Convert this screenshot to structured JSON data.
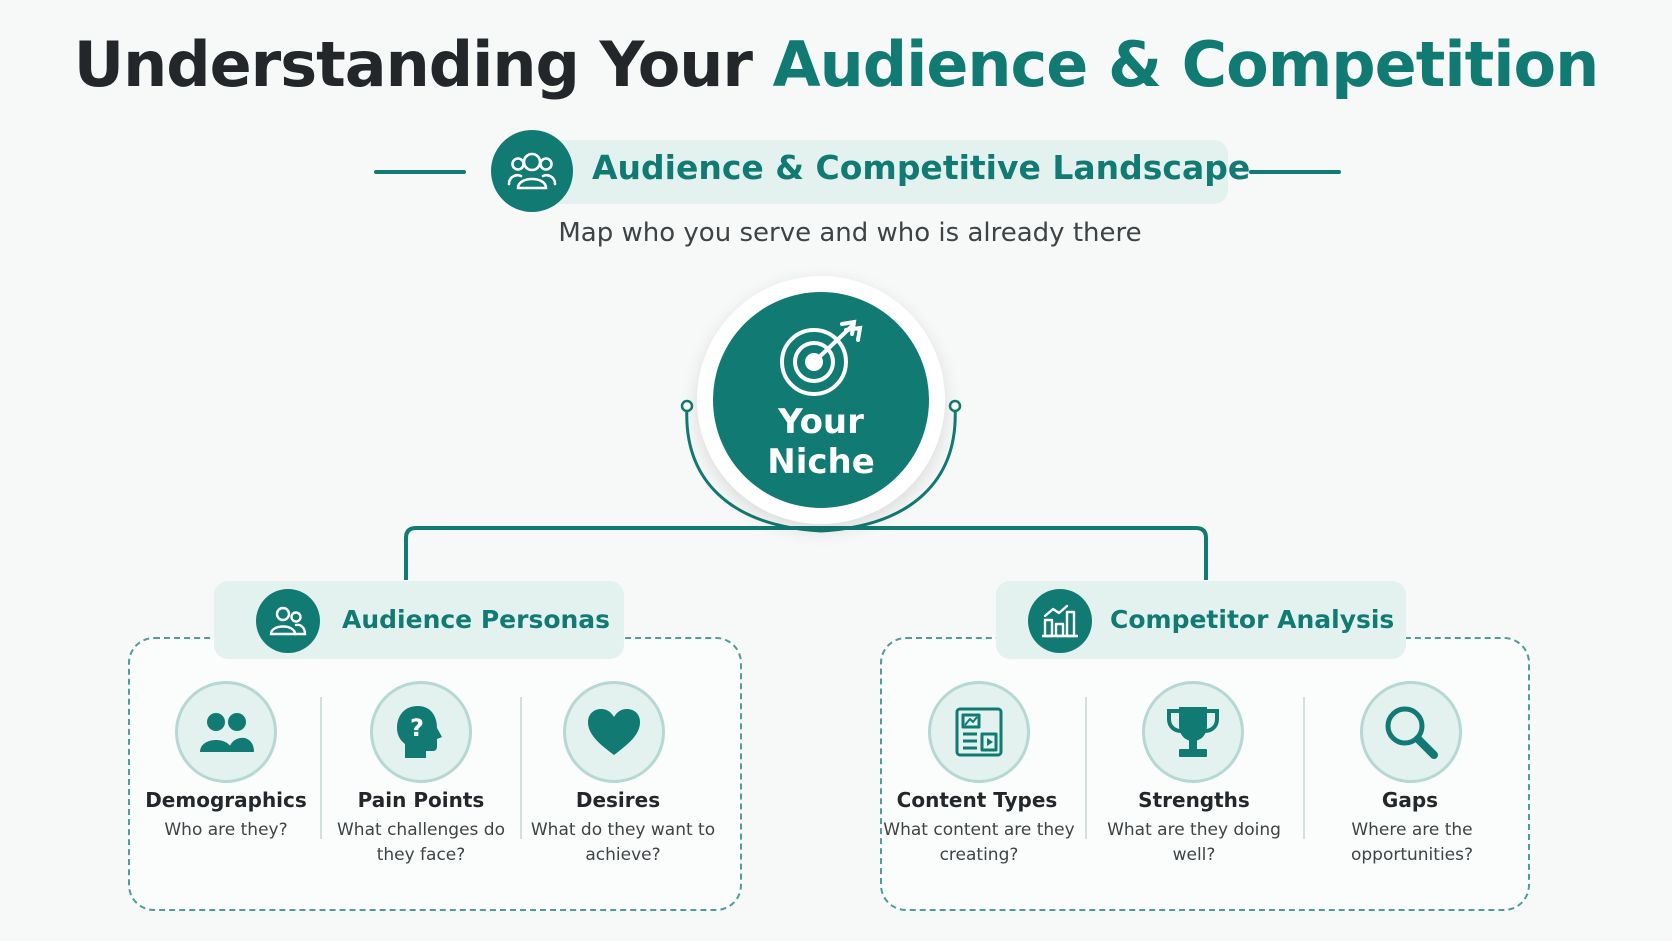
{
  "title": {
    "part1": "Understanding Your",
    "part2": "Audience & Competition"
  },
  "subheader": {
    "title": "Audience & Competitive Landscape",
    "tagline": "Map who you serve and who is already there",
    "icon": "people-icon"
  },
  "hub": {
    "line1": "Your",
    "line2": "Niche",
    "icon": "target-arrow-icon"
  },
  "audience": {
    "title": "Audience Personas",
    "icon": "users-icon",
    "items": [
      {
        "name": "Demographics",
        "desc": "Who are they?",
        "icon": "group-icon"
      },
      {
        "name": "Pain Points",
        "desc": "What challenges do they face?",
        "icon": "question-head-icon"
      },
      {
        "name": "Desires",
        "desc": "What do they want to achieve?",
        "icon": "heart-icon"
      }
    ]
  },
  "competitor": {
    "title": "Competitor Analysis",
    "icon": "bar-chart-icon",
    "items": [
      {
        "name": "Content Types",
        "desc": "What content are they creating?",
        "icon": "content-layout-icon"
      },
      {
        "name": "Strengths",
        "desc": "What are they doing well?",
        "icon": "trophy-icon"
      },
      {
        "name": "Gaps",
        "desc": "Where are the opportunities?",
        "icon": "magnifier-icon"
      }
    ]
  },
  "colors": {
    "accent": "#117a72",
    "light": "#e3f1ef",
    "text": "#23272a"
  }
}
